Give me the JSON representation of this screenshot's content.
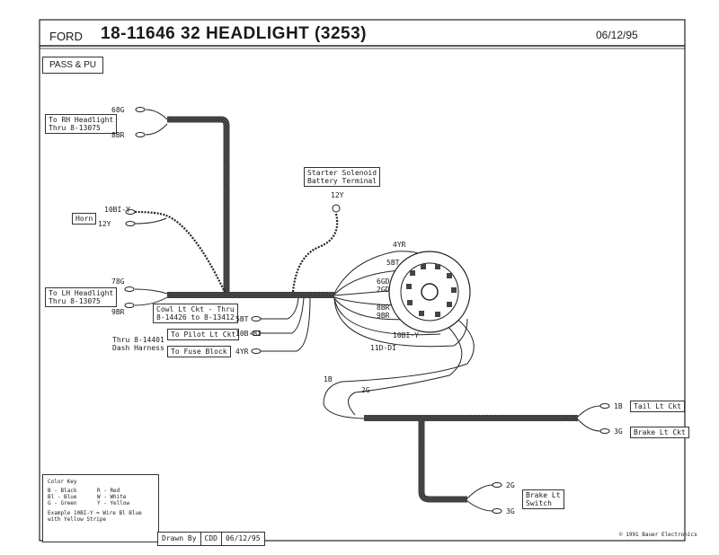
{
  "header": {
    "make": "FORD",
    "title": "18-11646  32 HEADLIGHT (3253)",
    "date": "06/12/95",
    "subtitle": "PASS & PU"
  },
  "boxes": {
    "rh_headlight": [
      "To RH Headlight",
      "Thru 8-13075"
    ],
    "horn": "Horn",
    "lh_headlight": [
      "To LH Headlight",
      "Thru 8-13075"
    ],
    "starter": [
      "Starter Solenoid",
      "Battery Terminal"
    ],
    "cowl": [
      "Cowl Lt Ckt - Thru",
      "8-14426 to 8-13412"
    ],
    "pilot": "To Pilot Lt Ckt",
    "fuse": "To Fuse Block",
    "dash": [
      "Thru 8-14401",
      "Dash Harness"
    ],
    "tail": "Tail Lt Ckt",
    "brake_ckt": "Brake Lt Ckt",
    "brake_switch": [
      "Brake Lt",
      "Switch"
    ]
  },
  "wires": {
    "rh_a": "68G",
    "rh_b": "8BR",
    "horn_a": "10BI-Y",
    "horn_b": "12Y",
    "starter": "12Y",
    "lh_a": "78G",
    "lh_b": "9BR",
    "cowl": "5BT",
    "pilot": "10B-BI",
    "fuse": "4YR",
    "sw_4yr": "4YR",
    "sw_5bt": "5BT",
    "sw_6gd": "6GD",
    "sw_2gd": "2GD",
    "sw_8br": "8BR",
    "sw_9br": "9BR",
    "sw_10bi": "10BI-Y",
    "sw_11d": "11D-DI",
    "loop_1b": "1B",
    "loop_2g": "2G",
    "tail": "1B",
    "brake": "3G",
    "bsw_a": "2G",
    "bsw_b": "3G"
  },
  "color_key": {
    "title": "Color Key",
    "rows": [
      [
        "B - Black",
        "R - Red"
      ],
      [
        "Bl - Blue",
        "W - White"
      ],
      [
        "G - Green",
        "Y - Yellow"
      ]
    ],
    "example": "Example 10BI-Y = Wire Bl Blue with Yellow Stripe"
  },
  "footer": {
    "drawn_by": "Drawn By",
    "initials": "CDD",
    "date": "06/12/95",
    "copyright": "© 1991 Bauer Electronics"
  }
}
